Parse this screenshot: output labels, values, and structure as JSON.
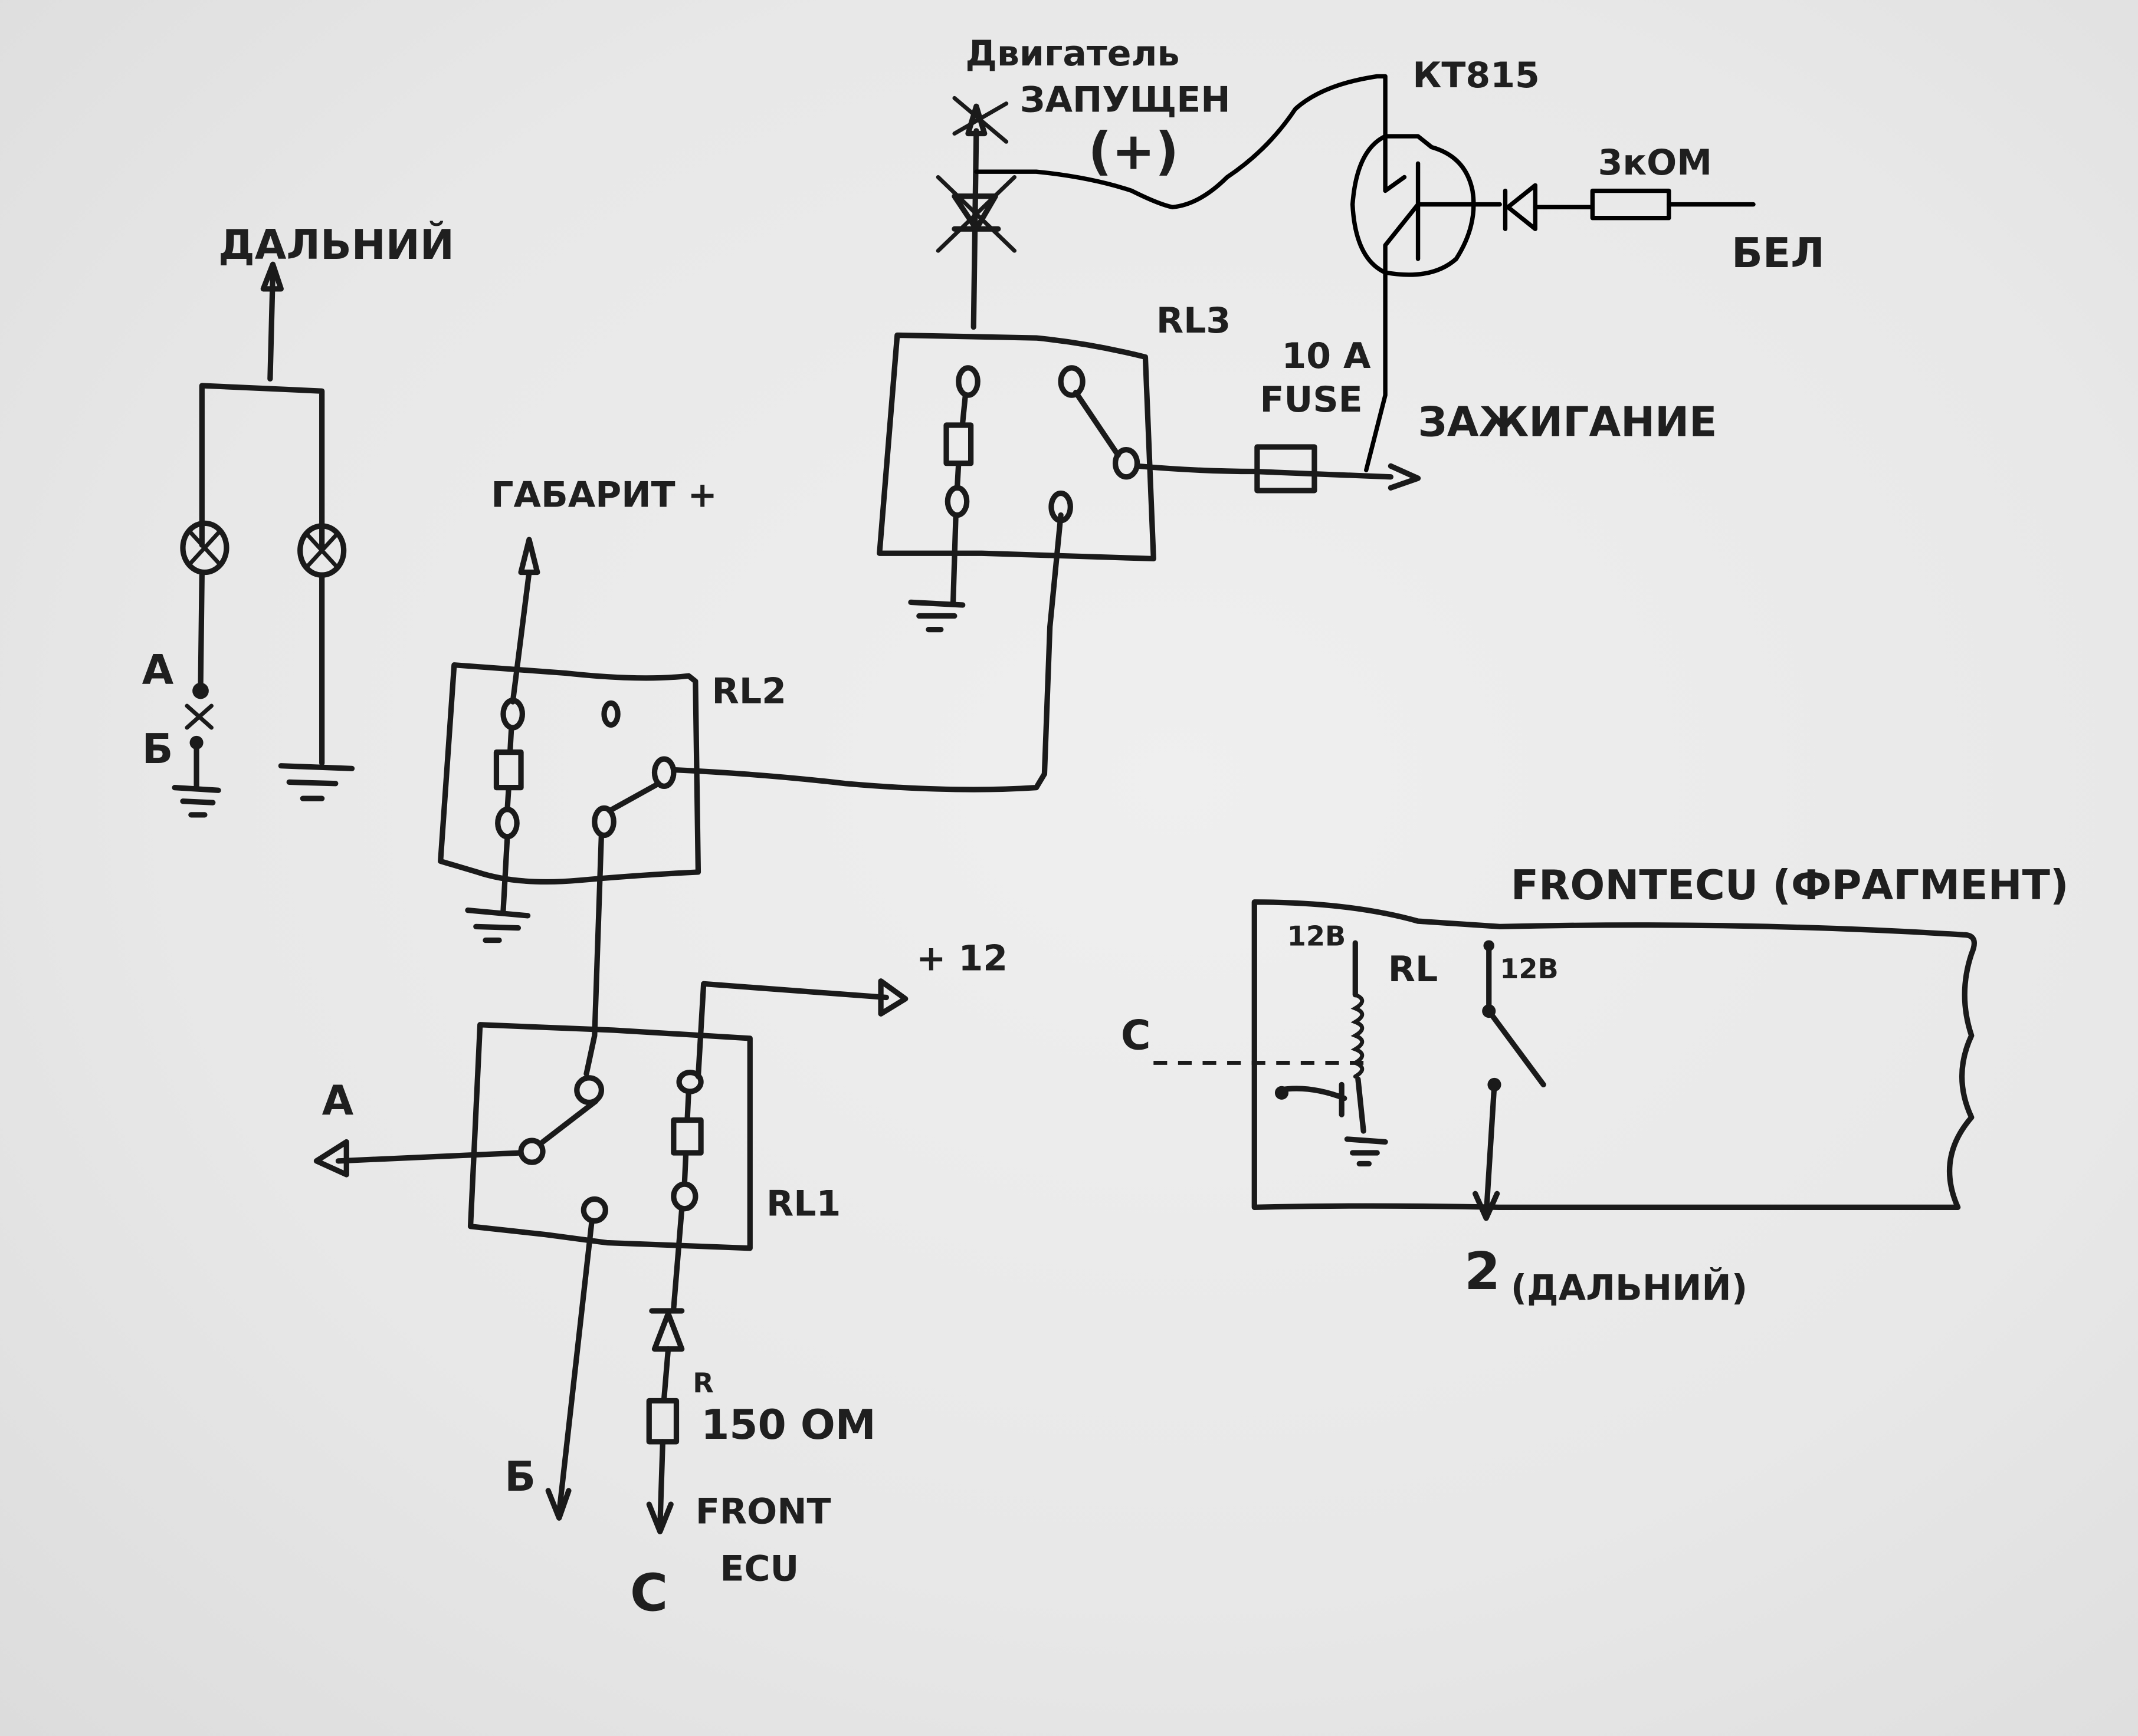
{
  "title": "Hand-drawn wiring schematic: high-beam (ДАЛЬНИЙ) relay control with FrontECU",
  "colors": {
    "ink": "#1a1a1a",
    "paper": "#e9e9e9"
  },
  "labels": {
    "high_beam_top": "ДАЛЬНИЙ",
    "point_a_lamp": "А",
    "point_b_lamp": "Б",
    "parking_plus": "ГАБАРИТ +",
    "rl2": "RL2",
    "engine_running_l1": "Двигатель",
    "engine_running_l2": "ЗАПУЩЕН",
    "engine_running_l3": "(+)",
    "transistor": "КТ815",
    "resistor_3k": "3кОМ",
    "white_wire": "БЕЛ",
    "rl3": "RL3",
    "fuse_l1": "10 А",
    "fuse_l2": "FUSE",
    "ignition": "ЗАЖИГАНИЕ",
    "plus12": "+ 12",
    "point_a_rl1": "А",
    "rl1": "RL1",
    "resistor_r": "R",
    "resistor_150": "150 ОМ",
    "point_b_rl1": "Б",
    "front_ecu_l1": "FRONT",
    "front_ecu_l2": "ECU",
    "point_c": "С",
    "frontecu_title": "FRONTECU (ФРАГМЕНТ)",
    "point_c_ecu": "С",
    "ecu_12v_coil": "12В",
    "ecu_rl": "RL",
    "ecu_12v_switch": "12В",
    "ecu_output": "2",
    "ecu_output_desc": "(ДАЛЬНИЙ)"
  },
  "components": [
    {
      "id": "lamp-1",
      "type": "lamp"
    },
    {
      "id": "lamp-2",
      "type": "lamp"
    },
    {
      "id": "RL1",
      "type": "relay"
    },
    {
      "id": "RL2",
      "type": "relay"
    },
    {
      "id": "RL3",
      "type": "relay"
    },
    {
      "id": "KT815",
      "type": "npn-transistor"
    },
    {
      "id": "R-3k",
      "type": "resistor",
      "value": "3 кОм"
    },
    {
      "id": "R-150",
      "type": "resistor",
      "value": "150 Ом"
    },
    {
      "id": "fuse-10A",
      "type": "fuse",
      "value": "10 A"
    },
    {
      "id": "D-rl1",
      "type": "diode"
    },
    {
      "id": "D-base",
      "type": "diode"
    },
    {
      "id": "FrontECU",
      "type": "module-fragment"
    }
  ]
}
